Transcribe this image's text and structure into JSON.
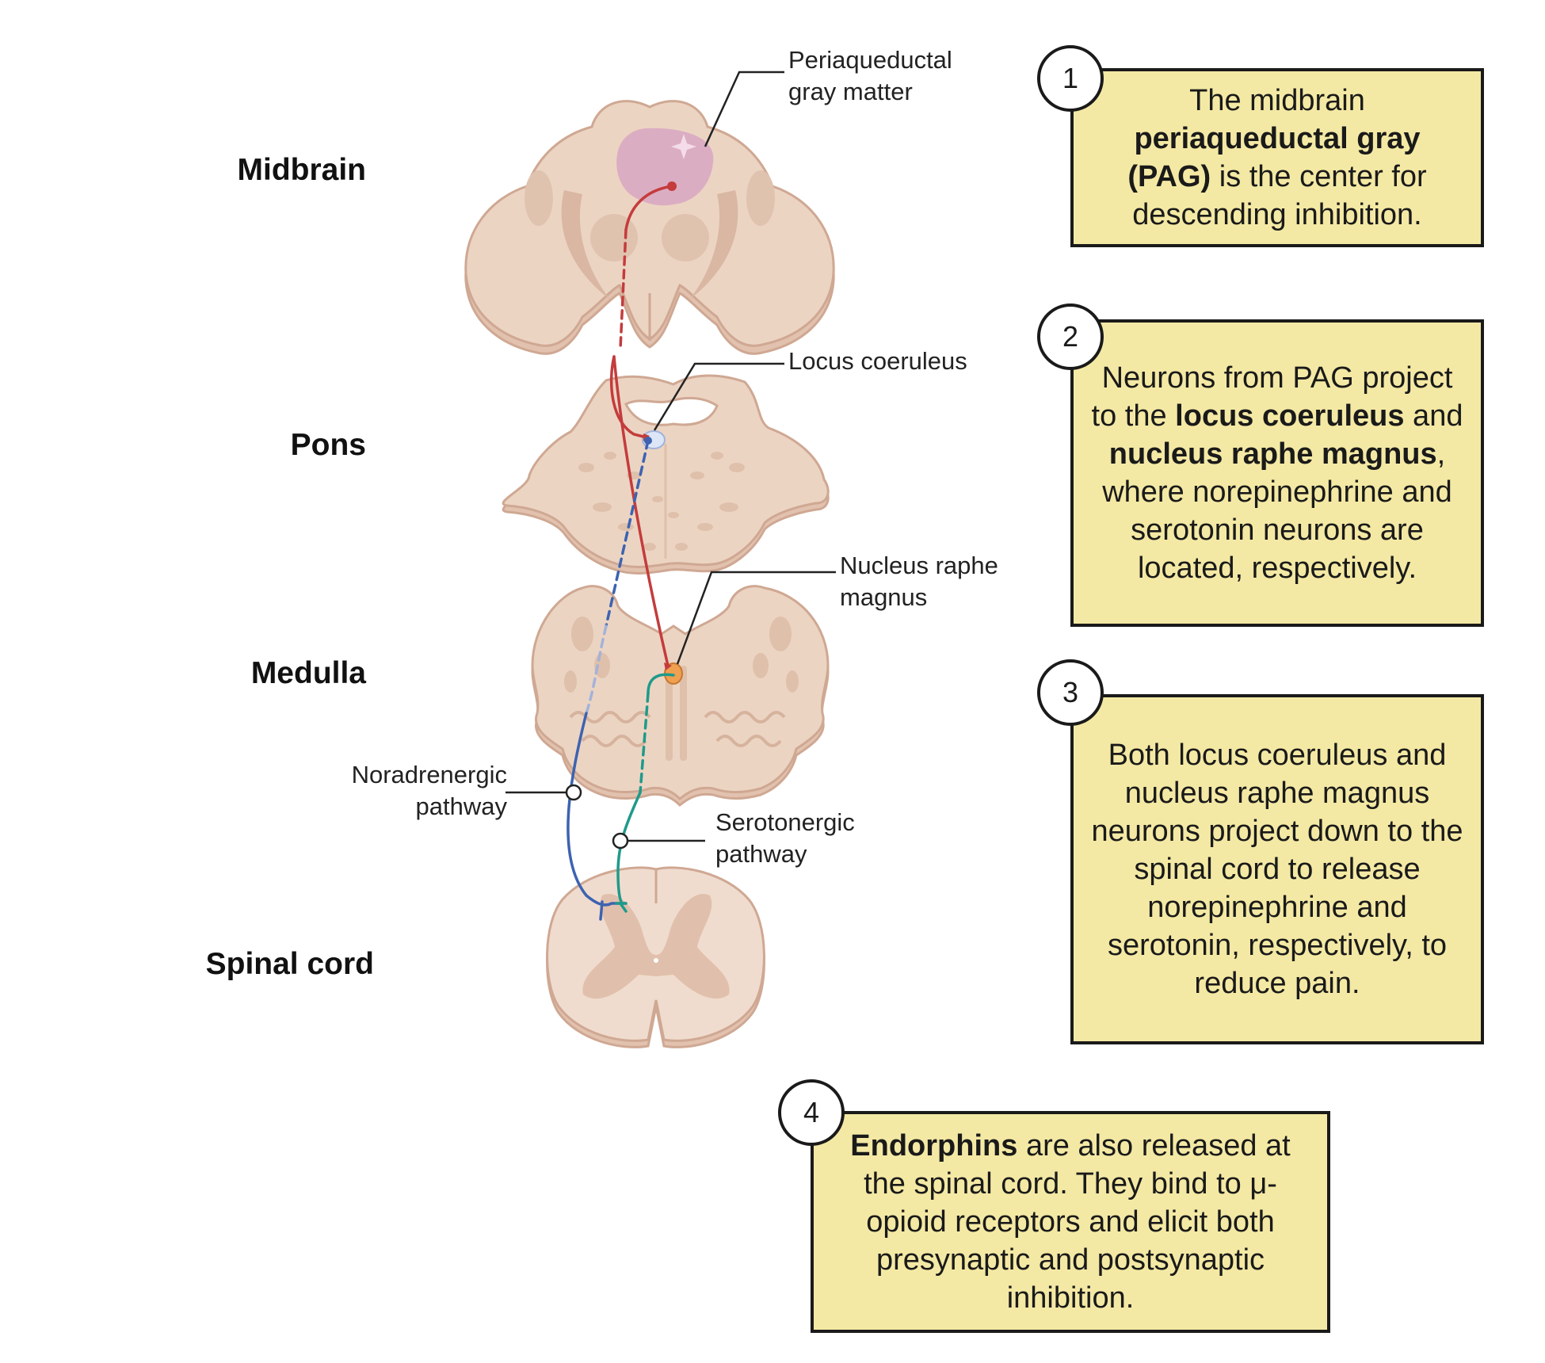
{
  "regions": {
    "midbrain": "Midbrain",
    "pons": "Pons",
    "medulla": "Medulla",
    "spinal_cord": "Spinal cord"
  },
  "callouts": {
    "pag": [
      "Periaqueductal",
      "gray matter"
    ],
    "locus": [
      "Locus coeruleus"
    ],
    "raphe": [
      "Nucleus raphe",
      "magnus"
    ],
    "noradrenergic": [
      "Noradrenergic",
      "pathway"
    ],
    "serotonergic": [
      "Serotonergic",
      "pathway"
    ]
  },
  "steps": [
    {
      "number": "1",
      "parts": [
        {
          "t": "The midbrain ",
          "b": false
        },
        {
          "t": "periaqueductal gray (PAG)",
          "b": true
        },
        {
          "t": " is the center for descending inhibition.",
          "b": false
        }
      ]
    },
    {
      "number": "2",
      "parts": [
        {
          "t": "Neurons from PAG project to the ",
          "b": false
        },
        {
          "t": "locus coeruleus",
          "b": true
        },
        {
          "t": " and ",
          "b": false
        },
        {
          "t": "nucleus raphe magnus",
          "b": true
        },
        {
          "t": ", where norepinephrine and serotonin neurons are located, respectively.",
          "b": false
        }
      ]
    },
    {
      "number": "3",
      "parts": [
        {
          "t": "Both locus coeruleus and nucleus raphe magnus neurons project down to the spinal cord to release norepinephrine and serotonin, respectively, to reduce pain.",
          "b": false
        }
      ]
    },
    {
      "number": "4",
      "parts": [
        {
          "t": "Endorphins",
          "b": true
        },
        {
          "t": " are also released at the spinal cord. They bind to μ-opioid receptors and elicit both presynaptic and postsynaptic inhibition.",
          "b": false
        }
      ]
    }
  ],
  "colors": {
    "tissue": "#ecd4c3",
    "tissue_outline": "#cfa893",
    "tissue_dark": "#dcbba6",
    "pag": "#d9a8c2",
    "pag_pathway": "#c43c3c",
    "noradrenergic": "#3d63b0",
    "serotonergic": "#1f9a8a",
    "raphe_nucleus": "#f0a050",
    "box_fill": "#f4e9a4"
  }
}
